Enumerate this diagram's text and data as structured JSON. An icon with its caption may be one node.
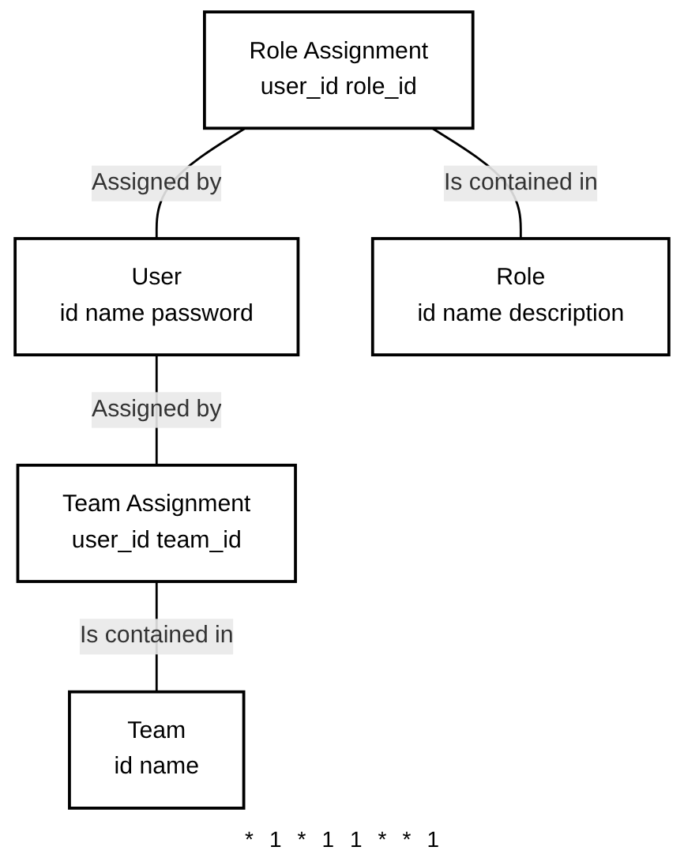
{
  "diagram": {
    "nodes": [
      {
        "text": [
          "Role Assignment",
          "user_id role_id"
        ]
      },
      {
        "text": [
          "User",
          "id name password"
        ]
      },
      {
        "text": [
          "Role",
          "id name description"
        ]
      },
      {
        "text": [
          "Team Assignment",
          "user_id team_id"
        ]
      },
      {
        "text": [
          "Team",
          "id name"
        ]
      }
    ],
    "edges": [
      {
        "from": 0,
        "to": 1,
        "arrow": "none",
        "label": "Assigned by"
      },
      {
        "from": 0,
        "to": 2,
        "arrow": "none",
        "label": "Is contained in"
      },
      {
        "from": 1,
        "to": 3,
        "arrow": "none",
        "label": "Assigned by"
      },
      {
        "from": 3,
        "to": 4,
        "arrow": "none",
        "label": "Is contained in"
      }
    ],
    "labels": [
      "*",
      "1",
      "*",
      "1",
      "1",
      "*",
      "*",
      "1"
    ]
  }
}
